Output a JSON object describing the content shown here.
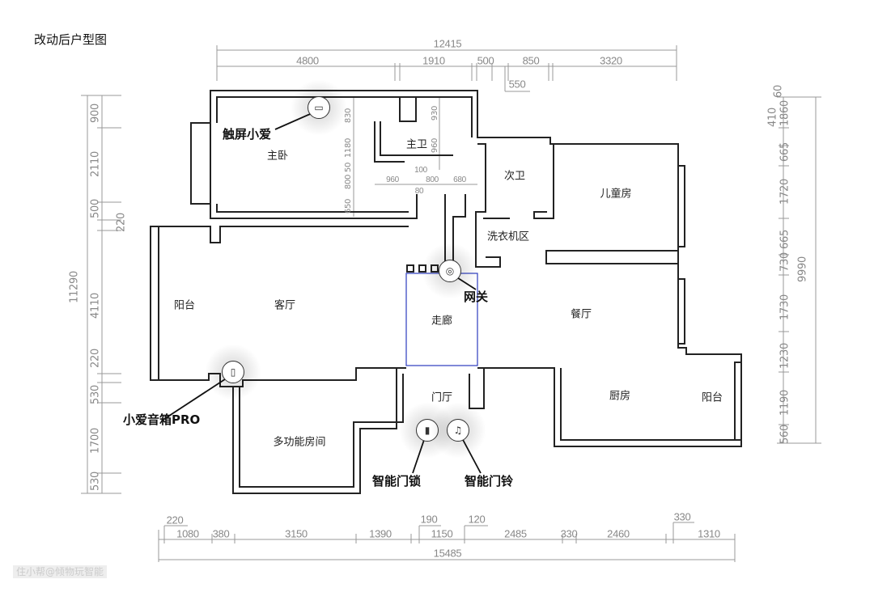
{
  "title": "改动后户型图",
  "watermark": "住小帮@倾物玩智能",
  "rooms": {
    "master_bedroom": "主卧",
    "master_bath": "主卫",
    "second_bath": "次卫",
    "kids_room": "儿童房",
    "laundry": "洗衣机区",
    "balcony_left": "阳台",
    "living_room": "客厅",
    "corridor": "走廊",
    "dining": "餐厅",
    "foyer": "门厅",
    "kitchen": "厨房",
    "balcony_right": "阳台",
    "multi_room": "多功能房间"
  },
  "devices": {
    "touch_xiaoai": {
      "label": "触屏小爱",
      "icon": "touchscreen-icon"
    },
    "gateway": {
      "label": "网关",
      "icon": "gateway-icon"
    },
    "speaker_pro": {
      "label": "小爱音箱PRO",
      "icon": "speaker-icon"
    },
    "door_lock": {
      "label": "智能门锁",
      "icon": "lock-icon"
    },
    "doorbell": {
      "label": "智能门铃",
      "icon": "bell-icon"
    }
  },
  "dims": {
    "top_total": "12415",
    "top": [
      "4800",
      "1910",
      "500",
      "850",
      "3320"
    ],
    "top_extra": "550",
    "bottom_total": "15485",
    "bottom": [
      "220",
      "1080",
      "380",
      "3150",
      "1390",
      "190",
      "1150",
      "120",
      "2485",
      "330",
      "2460",
      "330",
      "1310"
    ],
    "left_total": "11290",
    "left": [
      "900",
      "2110",
      "500",
      "220",
      "4110",
      "220",
      "530",
      "1700",
      "530"
    ],
    "right_total": "9990",
    "right": [
      "60",
      "410",
      "1860",
      "665",
      "1720",
      "665",
      "730",
      "1730",
      "1230",
      "1190",
      "560"
    ],
    "inner": [
      "830",
      "1180",
      "50",
      "800",
      "650",
      "930",
      "960",
      "960",
      "100",
      "800",
      "680",
      "80"
    ]
  }
}
